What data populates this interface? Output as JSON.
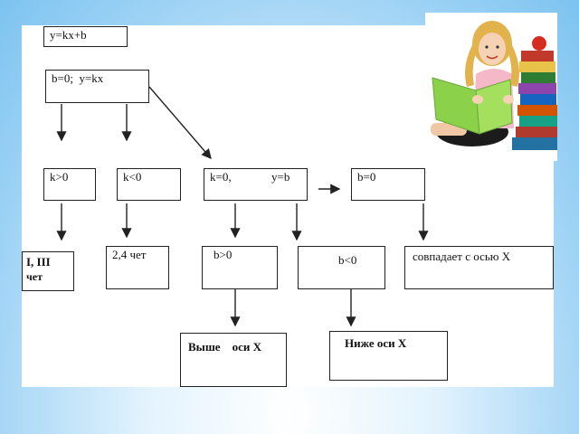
{
  "diagram": {
    "root_formula": "y=kx+b",
    "case_b_zero": "b=0;  y=kx",
    "k_positive": "k>0",
    "k_negative": "k<0",
    "k_zero": "k=0,",
    "k_zero_result": "y=b",
    "b_zero": "b=0",
    "quadrants_1_3": "I, III",
    "quadrants_1_3_suffix": "чет",
    "quadrants_2_4": "2,4 чет",
    "b_positive": "b>0",
    "b_negative": "b<0",
    "coincides_x_axis": "совпадает с осью X",
    "above_x_axis": "Выше    оси X",
    "below_x_axis": "Ниже оси X"
  },
  "image": {
    "subject": "girl-reading-book-with-stacked-books"
  }
}
